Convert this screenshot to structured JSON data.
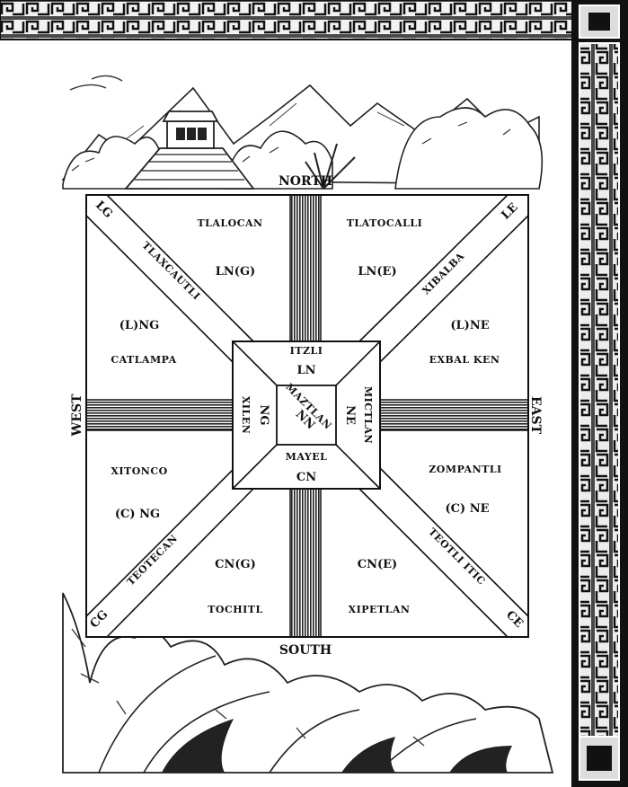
{
  "compass": {
    "north": "NORTH",
    "south": "SOUTH",
    "west": "WEST",
    "east": "EAST"
  },
  "corners": {
    "lg": "LG",
    "le": "LE",
    "cg": "CG",
    "ce": "CE"
  },
  "quadrants": {
    "nw": {
      "realm": "TLALOCAN",
      "code": "LN(G)"
    },
    "ne": {
      "realm": "TLATOCALLI",
      "code": "LN(E)"
    },
    "w_upper": {
      "code": "(L)NG",
      "realm": "CATLAMPA"
    },
    "e_upper": {
      "code": "(L)NE",
      "realm": "EXBAL KEN"
    },
    "w_lower": {
      "realm": "XITONCO",
      "code": "(C) NG"
    },
    "e_lower": {
      "realm": "ZOMPANTLI",
      "code": "(C) NE"
    },
    "sw": {
      "code": "CN(G)",
      "realm": "TOCHITL"
    },
    "se": {
      "code": "CN(E)",
      "realm": "XIPETLAN"
    }
  },
  "diagonals": {
    "nw": "TLAXCAUTLI",
    "ne": "XIBALBA",
    "sw": "TEOTECAN",
    "se": "TEOTLI ITIC"
  },
  "center": {
    "north_realm": "ITZLI",
    "north_code": "LN",
    "west_realm": "XILEN",
    "west_code": "NG",
    "east_realm": "MICTLAN",
    "east_code": "NE",
    "south_realm": "MAYEL",
    "south_code": "CN",
    "core_realm": "MAZTLAN",
    "core_code": "NN"
  }
}
